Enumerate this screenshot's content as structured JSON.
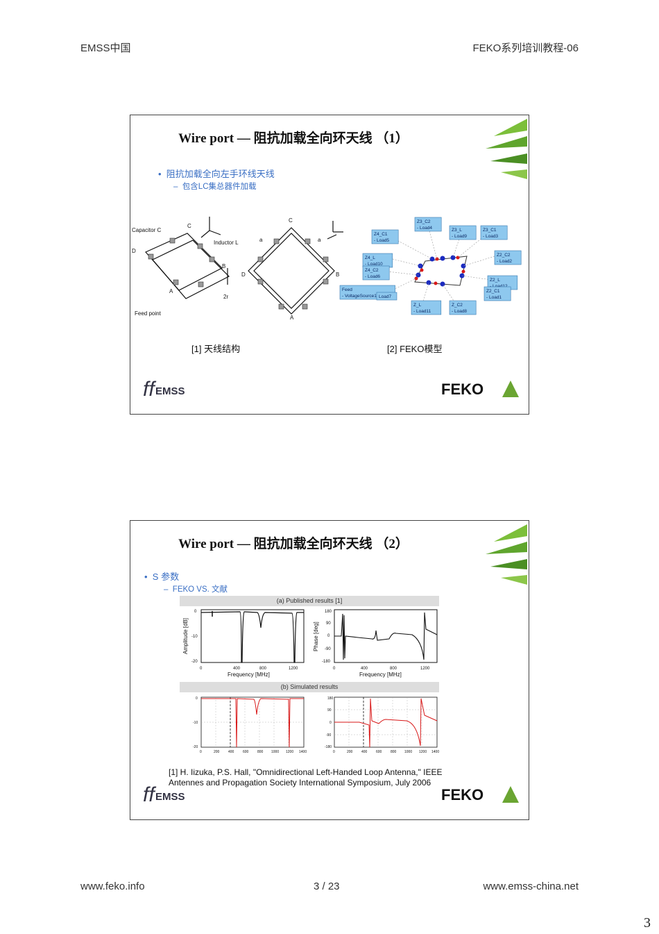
{
  "header": {
    "left": "EMSS中国",
    "right": "FEKO系列培训教程-06"
  },
  "footer": {
    "left": "www.feko.info",
    "center": "3 / 23",
    "right": "www.emss-china.net"
  },
  "page_number": "3",
  "slide1": {
    "title": "Wire port — 阻抗加载全向环天线 （1）",
    "bullet": "阻抗加载全向左手环线天线",
    "sub_bullet": "包含LC集总器件加载",
    "caption_left": "[1] 天线结构",
    "caption_right": "[2] FEKO模型",
    "diagram_labels": {
      "capacitor": "Capacitor C",
      "inductor": "Inductor L",
      "feed_point": "Feed point",
      "two_r": "2r"
    },
    "feko_loads": [
      "Z3_C2 - Load4",
      "Z4_C1 - Load5",
      "Z3_L - Load9",
      "Z3_C1 - Load3",
      "Z2_C2 - Load2",
      "Z4_L - Load10",
      "Z4_C2 - Load6",
      "Z2_L - Load12",
      "Z2_C1 - Load1",
      "Feed - VoltageSource1",
      "Load7",
      "Z_L - Load11",
      "Z_C2 - Load8"
    ]
  },
  "slide2": {
    "title": "Wire port — 阻抗加载全向环天线 （2）",
    "bullet": "S 参数",
    "sub_bullet": "FEKO VS. 文献",
    "panel_a": "(a) Published results [1]",
    "panel_b": "(b) Simulated results",
    "amp_ylabel": "Amplitude [dB]",
    "phase_ylabel": "Phase [deg]",
    "xlabel": "Frequency [MHz]",
    "reference": "[1] H. Iizuka, P.S. Hall, \"Omnidirectional Left-Handed Loop Antenna,\" IEEE Antennes and Propagation Society International Symposium, July 2006"
  },
  "brand": {
    "emss": "EMSS",
    "feko": "FEKO"
  },
  "colors": {
    "accent_green": "#6aa532",
    "bullet_blue": "#3a6fc4",
    "sim_red": "#d81818"
  }
}
